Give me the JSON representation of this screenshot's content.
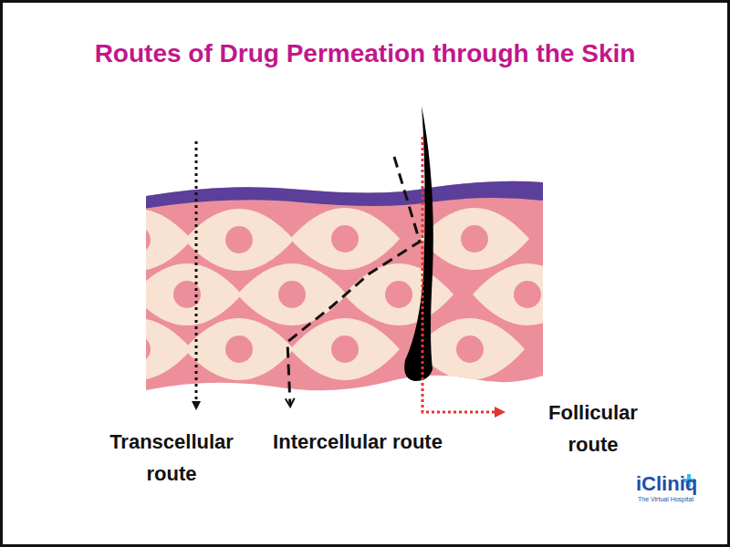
{
  "diagram": {
    "title": "Routes of Drug Permeation through the Skin",
    "labels": [
      "Transcellular route",
      "Intercellular route",
      "Follicular route",
      "iCliniq",
      "The Virtual Hospital"
    ]
  }
}
